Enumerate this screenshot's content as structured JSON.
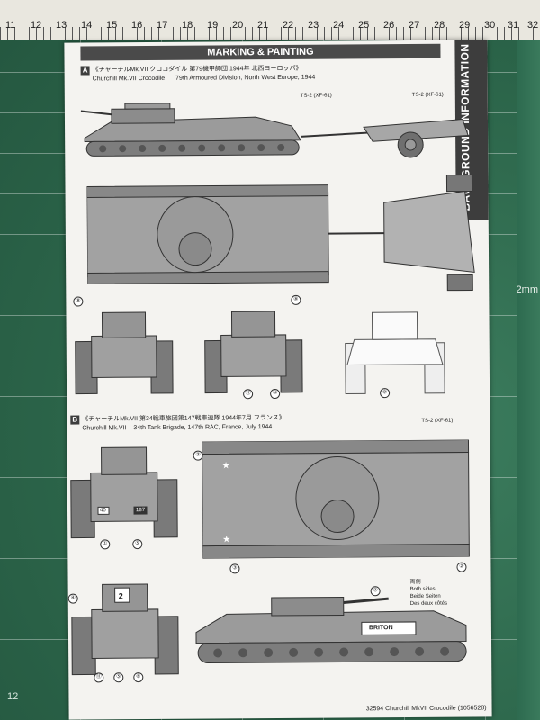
{
  "ruler": {
    "top_numbers": [
      "11",
      "12",
      "13",
      "14",
      "15",
      "16",
      "17",
      "18",
      "19",
      "20",
      "21",
      "22",
      "23",
      "24",
      "25",
      "26",
      "27",
      "28",
      "29",
      "30",
      "31",
      "32"
    ],
    "right_label": "2mm",
    "bottom_number": "12"
  },
  "sheet": {
    "header": "MARKING & PAINTING",
    "sidebar": "BACKGROUND INFORMATION",
    "section_a": {
      "badge": "A",
      "title_jp": "《チャーチルMk.VII クロコダイル  第79機甲師団 1944年 北西ヨーロッパ》",
      "title_en": "Churchill Mk.VII Crocodile",
      "unit_en": "79th Armoured Division, North West Europe, 1944",
      "paint_1": "TS-2 (XF-61)",
      "paint_2": "TS-2 (XF-61)"
    },
    "section_b": {
      "badge": "B",
      "title_jp": "《チャーチルMk.VII  第34戦車旅団第147戦車連隊 1944年7月 フランス》",
      "title_en": "Churchill Mk.VII",
      "unit_en": "34th Tank Brigade, 147th RAC, France, July 1944",
      "paint": "TS-2 (XF-61)"
    },
    "both_sides": {
      "jp": "両側",
      "en": "Both sides",
      "de": "Beide Seiten",
      "fr": "Des deux côtés"
    },
    "tank_name": "BRITON",
    "hull_codes": [
      "40",
      "187",
      "2"
    ],
    "callouts": [
      "⑧",
      "⑧",
      "⑪",
      "⑩",
      "⑨",
      "③",
      "①",
      "⑤",
      "③",
      "②",
      "④",
      "⑦",
      "⑪",
      "⑤",
      "⑥"
    ],
    "footer": "32594  Churchill MkVII Crocodile (1056528)"
  }
}
